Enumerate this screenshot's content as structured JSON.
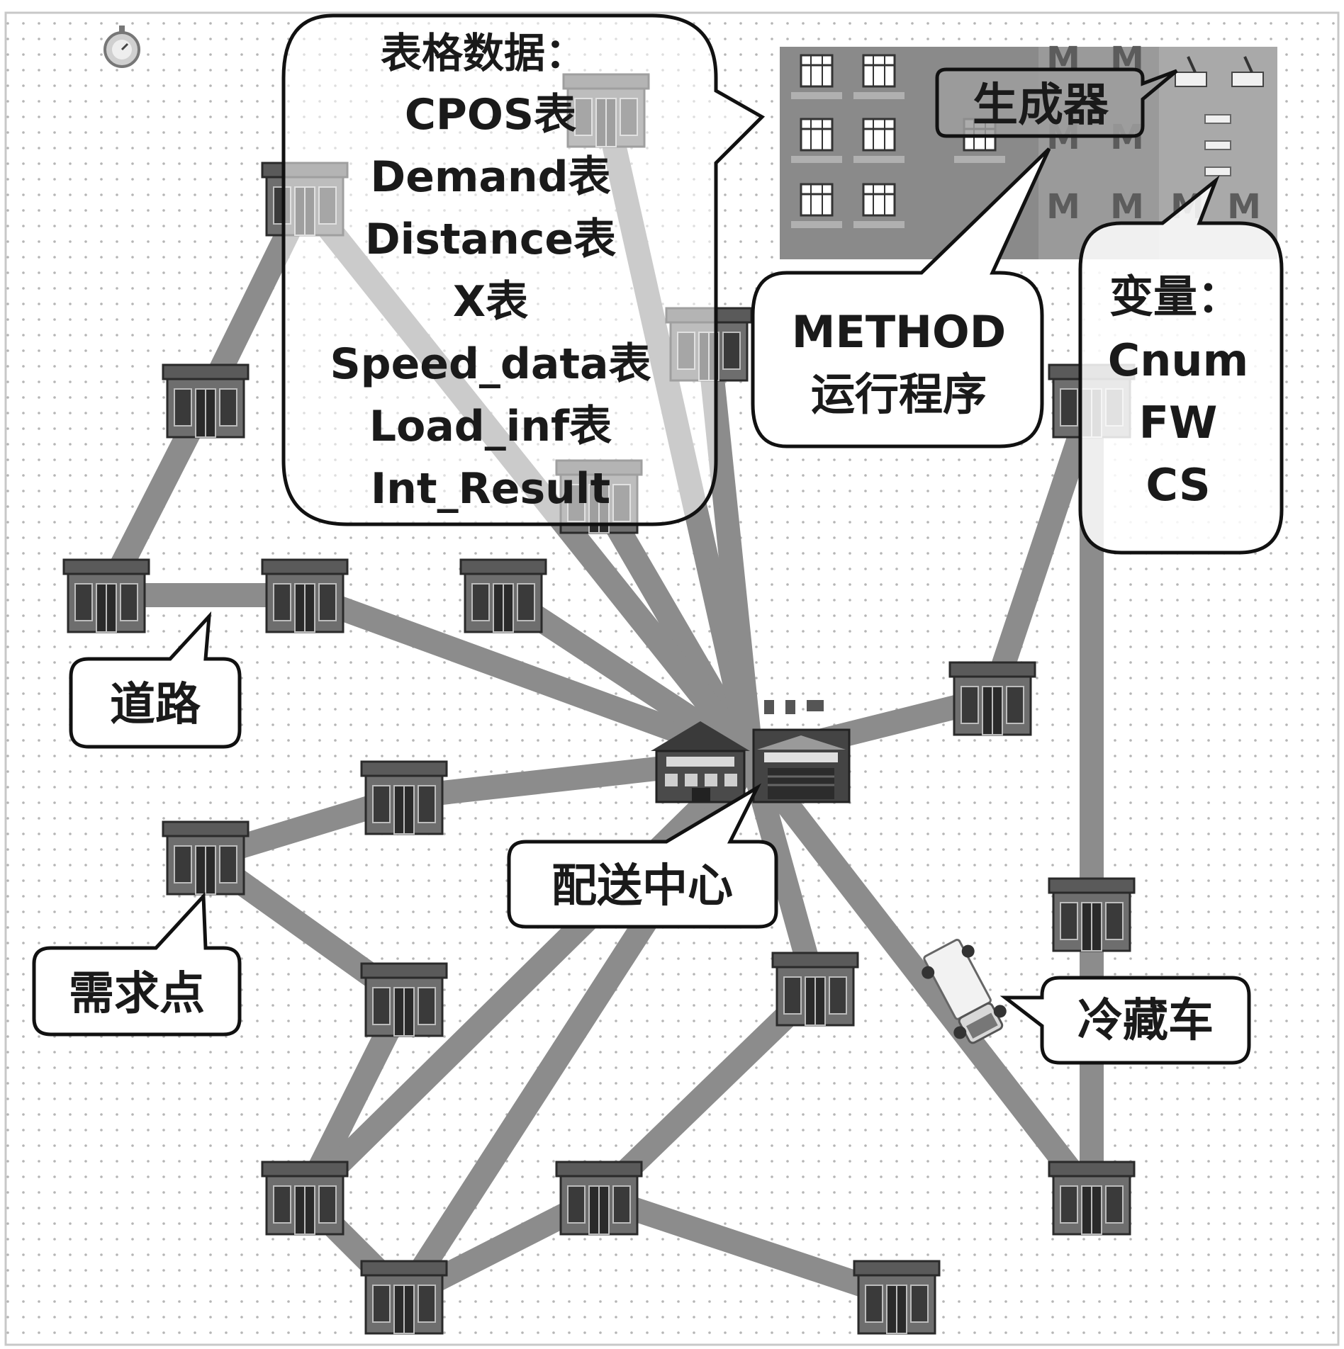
{
  "callouts": {
    "tables": {
      "title": "表格数据：",
      "items": [
        "CPOS表",
        "Demand表",
        "Distance表",
        "X表",
        "Speed_data表",
        "Load_inf表",
        "Int_Result"
      ]
    },
    "generator": {
      "label": "生成器"
    },
    "method": {
      "line1": "METHOD",
      "line2": "运行程序"
    },
    "variables": {
      "title": "变量：",
      "items": [
        "Cnum",
        "FW",
        "CS"
      ]
    },
    "road": {
      "label": "道路"
    },
    "center": {
      "label": "配送中心"
    },
    "demand_point": {
      "label": "需求点"
    },
    "truck": {
      "label": "冷藏车"
    }
  },
  "colors": {
    "road": "#8c8c8c",
    "store_roof": "#555555",
    "store_body": "#6e6e6e",
    "callout_stroke": "#111111",
    "panel": "#8a8a8a",
    "grid_dot": "#b5b5b5"
  },
  "icons": {
    "store": "store-building-icon",
    "center": "warehouse-icon",
    "truck": "refrigerated-truck-icon",
    "clock": "stopwatch-icon",
    "method": "method-m-icon",
    "table": "table-grid-icon"
  }
}
